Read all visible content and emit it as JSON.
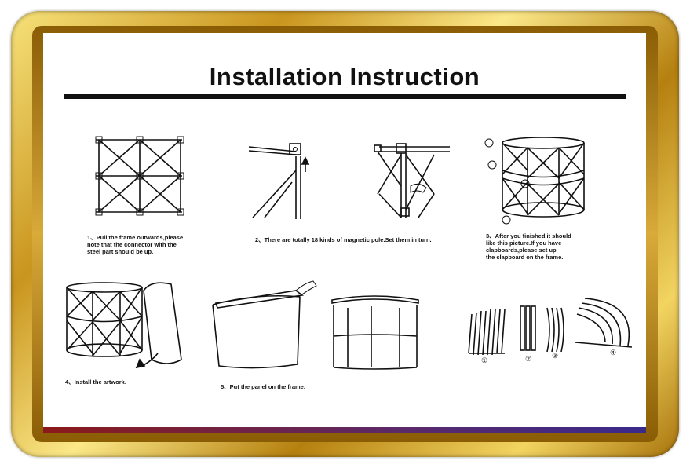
{
  "title": "Installation Instruction",
  "steps": [
    {
      "caption": "1、Pull the frame outwards,please\nnote that the connector with the\nsteel part should be up."
    },
    {
      "caption": "2、There are totally 18 kinds of magnetic pole.Set them in turn."
    },
    {
      "caption": "3、After you finished,it should\nlike this picture.If you have\nclapboards,please set up\nthe clapboard  on the frame."
    },
    {
      "caption": "4、Install the artwork."
    },
    {
      "caption": "5、Put the panel on the frame."
    }
  ],
  "markers": [
    "①",
    "②",
    "③",
    "④"
  ],
  "colors": {
    "gold": "#d4a52a",
    "ink": "#111111",
    "strip": "#5a2a6a"
  }
}
